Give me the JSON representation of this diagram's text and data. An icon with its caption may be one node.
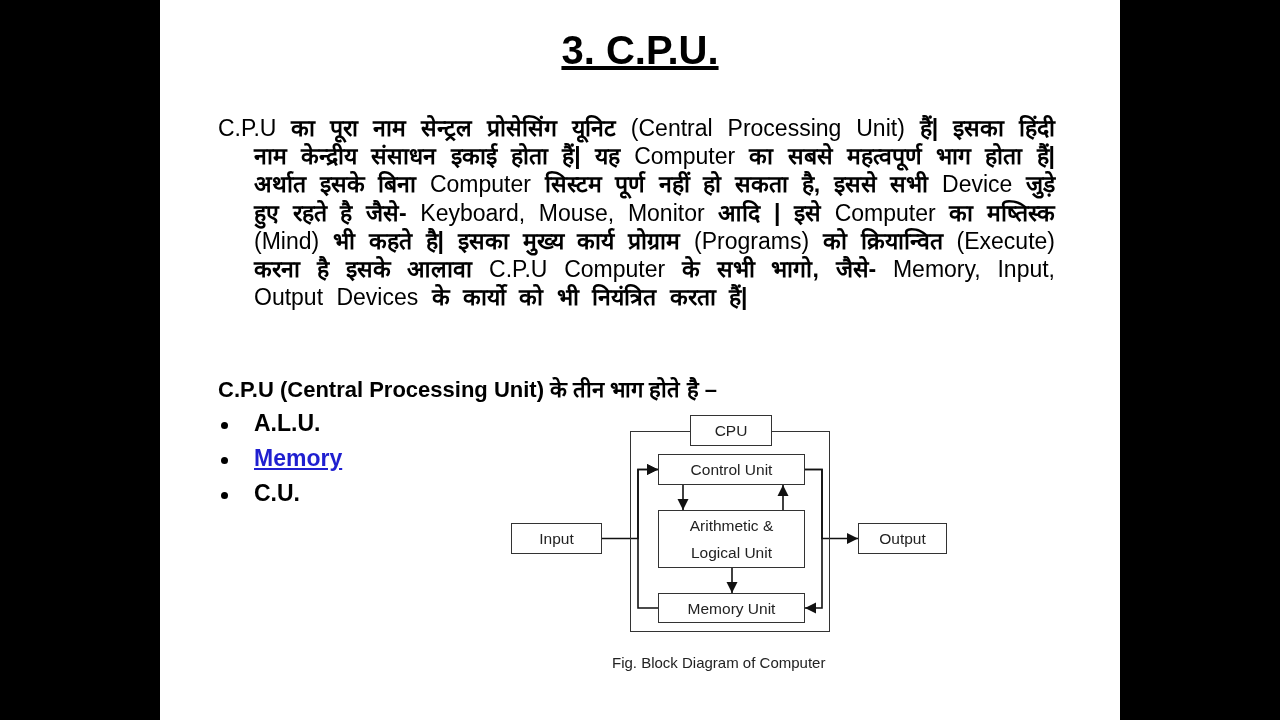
{
  "diagram": {
    "title": "3. C.P.U.",
    "caption": "Fig. Block Diagram of Computer",
    "nodes": [
      {
        "text": [],
        "shape": "box"
      },
      {
        "text": [
          "CPU"
        ]
      },
      {
        "text": [
          "Control Unit"
        ],
        "in": 0
      },
      {
        "text": [
          "Arithmetic & Logical Unit"
        ],
        "in": 0
      },
      {
        "text": [
          "Memory Unit"
        ],
        "in": 0
      },
      {
        "text": [
          "Input"
        ]
      },
      {
        "text": [
          "Output"
        ]
      }
    ],
    "edges": [
      {
        "from": 5,
        "to": 2,
        "arrow": "to"
      },
      {
        "from": 4,
        "to": 2,
        "arrow": "to"
      },
      {
        "from": 2,
        "to": 3,
        "arrow": "to"
      },
      {
        "from": 3,
        "to": 2,
        "arrow": "to"
      },
      {
        "from": 3,
        "to": 4,
        "arrow": "to"
      },
      {
        "from": 2,
        "to": 4,
        "arrow": "to"
      },
      {
        "from": 2,
        "to": 6,
        "arrow": "to"
      }
    ],
    "labels": [
      "C.P.U **का पूरा नाम सेन्ट्रल प्रोसेसिंग यूनिट** (Central Processing Unit) **हैं| इसका हिंदी नाम केन्द्रीय संसाधन इकाई होता हैं| यह** Computer **का सबसे महत्वपूर्ण भाग होता हैं| अर्थात इसके बिना** Computer **सिस्टम पूर्ण नहीं हो सकता है, इससे सभी** Device **जुड़े हुए रहते है जैसे-** Keyboard, Mouse, Monitor **आदि | इसे** Computer **का मष्तिस्क** (Mind) **भी कहते है| इसका मुख्य कार्य प्रोग्राम** (Programs) **को क्रियान्वित** (Execute) **करना है इसके आलावा** C.P.U Computer **के सभी भागो, जैसे-** Memory, Input, Output Devices **के कार्यो को भी नियंत्रित करता हैं|**",
      "C.P.U (Central Processing Unit) के तीन भाग होते है –",
      "A.L.U.",
      "Memory",
      "C.U."
    ]
  }
}
